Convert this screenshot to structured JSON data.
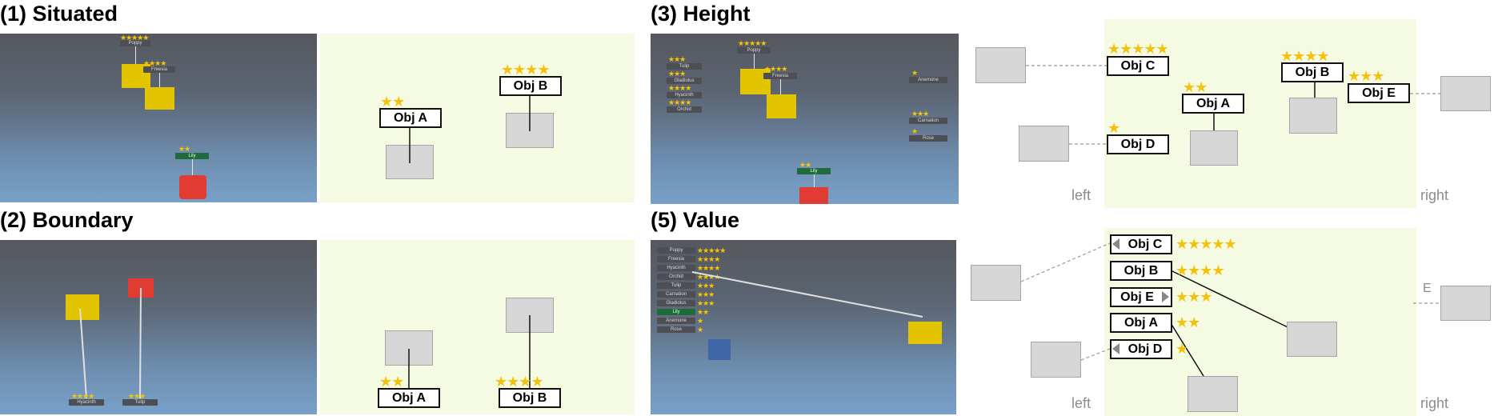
{
  "titles": {
    "situated": "(1) Situated",
    "boundary": "(2) Boundary",
    "height": "(3) Height",
    "value": "(5) Value"
  },
  "vr": {
    "situated": {
      "poppy": "Poppy",
      "freesia": "Freesia",
      "lily": "Lily"
    },
    "boundary": {
      "hyacinth": "Hyacinth",
      "tulip": "Tulip"
    },
    "height": {
      "tulip": "Tulip",
      "gladiolus": "Gladiolus",
      "hyacinth": "Hyacinth",
      "orchid": "Orchid",
      "poppy": "Poppy",
      "freesia": "Freesia",
      "anemone": "Anemone",
      "carnation": "Carnation",
      "rose": "Rose",
      "lily": "Lily"
    },
    "value": {
      "list": [
        "Poppy",
        "Freesia",
        "Hyacinth",
        "Orchid",
        "Tulip",
        "Carnation",
        "Gladiolus",
        "Lily",
        "Anemone",
        "Rose"
      ]
    }
  },
  "objects": {
    "a": "Obj A",
    "b": "Obj B",
    "c": "Obj C",
    "d": "Obj D",
    "e": "Obj E"
  },
  "ratings": {
    "a": 2,
    "b": 4,
    "c": 5,
    "d": 1,
    "e": 3
  },
  "sides": {
    "left": "left",
    "right": "right",
    "edge_e": "E"
  },
  "colors": {
    "panel": "#f4fbe2",
    "star": "#f4c20d",
    "cube_yellow": "#e3c400",
    "cube_red": "#e23b34",
    "cube_blue": "#3f67a8",
    "highlight_tag": "#1f6b3d"
  }
}
